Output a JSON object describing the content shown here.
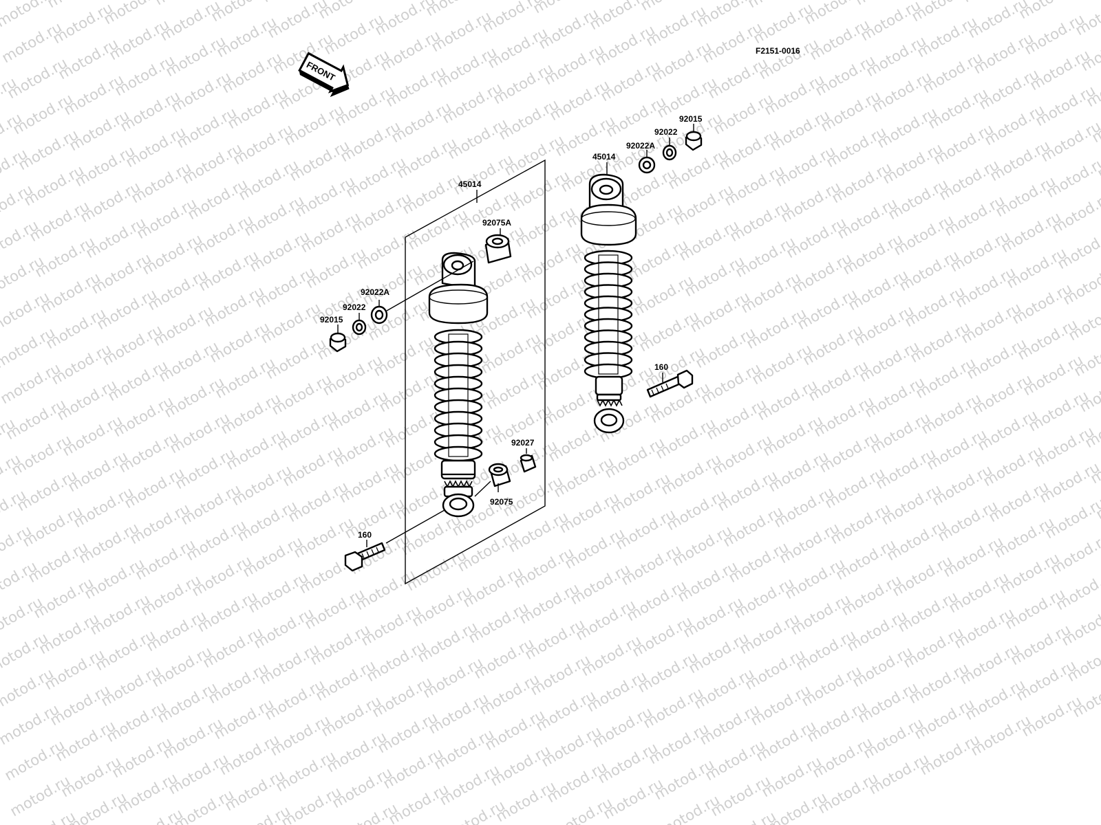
{
  "diagram_code": "F2151-0016",
  "front_label": "FRONT",
  "watermark_text": "motod.ru",
  "colors": {
    "line": "#000000",
    "watermark": "#cfcfcf",
    "background": "#ffffff"
  },
  "labels": {
    "left_shock": "45014",
    "left_upper_bushing": "92075A",
    "left_washer_a": "92022A",
    "left_washer": "92022",
    "left_nut": "92015",
    "left_sleeve": "92027",
    "left_lower_bushing": "92075",
    "left_bolt": "160",
    "right_shock": "45014",
    "right_washer_a": "92022A",
    "right_washer": "92022",
    "right_nut": "92015",
    "right_bolt": "160"
  }
}
